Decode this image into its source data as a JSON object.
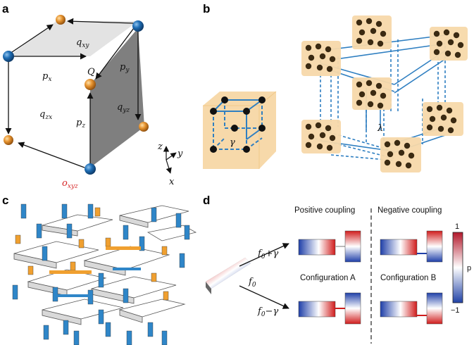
{
  "panels": {
    "a": {
      "label": "a",
      "edge_labels": {
        "qxy": "q",
        "qxy_sub": "xy",
        "px": "p",
        "px_sub": "x",
        "py": "p",
        "py_sub": "y",
        "pz": "p",
        "pz_sub": "z",
        "qzx": "q",
        "qzx_sub": "zx",
        "qyz": "q",
        "qyz_sub": "yz"
      },
      "corner_label": "Q",
      "origin_label": "o",
      "origin_sub": "xyz",
      "axes": {
        "z": "z",
        "y": "y",
        "x": "x"
      },
      "colors": {
        "blue_node": "#1f6eb5",
        "orange_node": "#e6932f",
        "origin": "#d62728",
        "top_face": "#e3e3e3",
        "side_face": "#7d7d7d"
      }
    },
    "b": {
      "label": "b",
      "gamma": "γ",
      "lambda": "λ",
      "colors": {
        "cell": "#f7d9aa",
        "line": "#2f7fc1",
        "dot": "#3b2a12"
      }
    },
    "c": {
      "label": "c",
      "colors": {
        "blue": "#2f86c8",
        "orange": "#f0a030"
      }
    },
    "d": {
      "label": "d",
      "positive_title": "Positive coupling",
      "negative_title": "Negative coupling",
      "config_a": "Configuration A",
      "config_b": "Configuration B",
      "f0": "f",
      "f0_sub": "0",
      "f_plus": "+γ",
      "f_minus": "−γ",
      "colorbar": {
        "max": "1",
        "min": "−1",
        "label": "p"
      },
      "colors": {
        "red": "#d01c1c",
        "blue": "#1f3fa8"
      }
    }
  }
}
